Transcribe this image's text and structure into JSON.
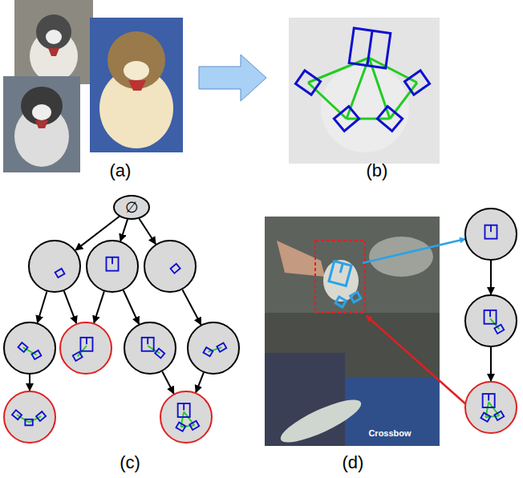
{
  "diagram": {
    "nodes": [
      {
        "text": [
          "∅"
        ]
      },
      {
        "text": []
      },
      {
        "text": []
      },
      {
        "text": []
      },
      {
        "text": []
      },
      {
        "text": []
      },
      {
        "text": []
      },
      {
        "text": []
      },
      {
        "text": []
      },
      {
        "text": []
      },
      {
        "text": []
      },
      {
        "text": []
      },
      {
        "text": []
      }
    ],
    "edges": [
      {
        "from": 0,
        "to": 1,
        "arrow": "to"
      },
      {
        "from": 0,
        "to": 2,
        "arrow": "to"
      },
      {
        "from": 0,
        "to": 3,
        "arrow": "to"
      },
      {
        "from": 1,
        "to": 4,
        "arrow": "to"
      },
      {
        "from": 1,
        "to": 5,
        "arrow": "to"
      },
      {
        "from": 2,
        "to": 5,
        "arrow": "to"
      },
      {
        "from": 2,
        "to": 6,
        "arrow": "to"
      },
      {
        "from": 3,
        "to": 7,
        "arrow": "to"
      },
      {
        "from": 4,
        "to": 8,
        "arrow": "to"
      },
      {
        "from": 6,
        "to": 9,
        "arrow": "to"
      },
      {
        "from": 7,
        "to": 9,
        "arrow": "to"
      },
      {
        "from": 10,
        "to": 11,
        "arrow": "to"
      },
      {
        "from": 11,
        "to": 12,
        "arrow": "to"
      }
    ],
    "labels": [
      "(a)",
      "(b)",
      "(c)",
      "(d)",
      "Crossbow"
    ]
  }
}
